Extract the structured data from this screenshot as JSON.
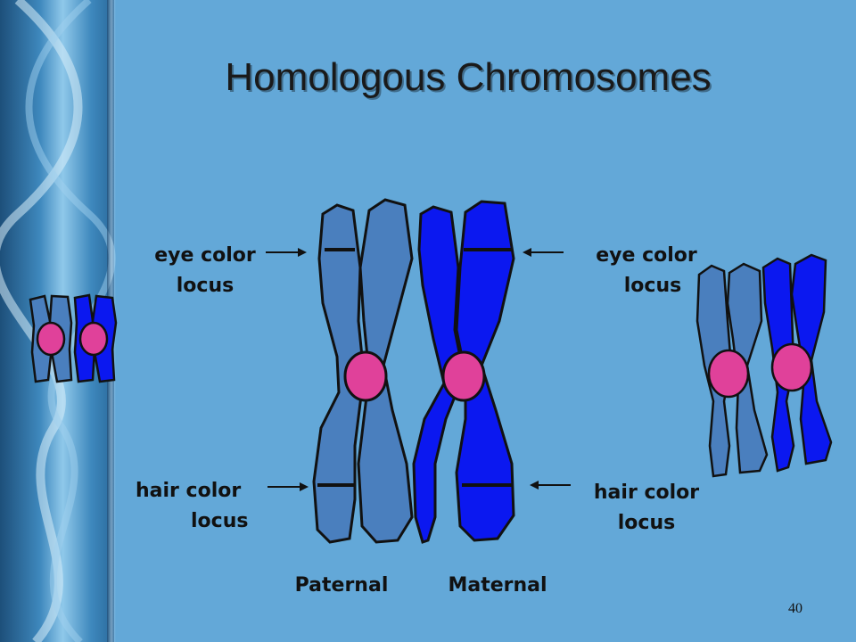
{
  "slide": {
    "title": "Homologous Chromosomes",
    "page_number": "40"
  },
  "labels": {
    "eye_left": {
      "line1": "eye color",
      "line2": "locus"
    },
    "hair_left": {
      "line1": "hair color",
      "line2": "locus"
    },
    "eye_right": {
      "line1": "eye color",
      "line2": "locus"
    },
    "hair_right": {
      "line1": "hair color",
      "line2": "locus"
    },
    "paternal": "Paternal",
    "maternal": "Maternal"
  },
  "colors": {
    "background": "#63a8d8",
    "paternal": "#4a7fbe",
    "maternal": "#0b18f0",
    "centromere": "#e0419a",
    "outline": "#111111"
  }
}
